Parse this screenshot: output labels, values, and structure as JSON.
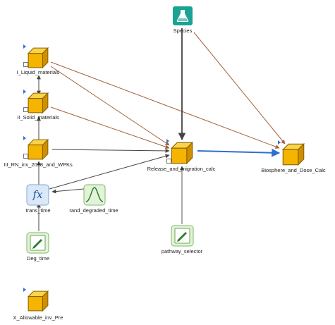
{
  "colors": {
    "container": "#f5b400",
    "species_icon": "#1aa394",
    "function_bg": "#dbe8f8",
    "distribution_bg": "#e3f3da",
    "arrow_brown": "#a3623b",
    "arrow_dark": "#444444",
    "arrow_blue": "#2f6fd0"
  },
  "nodes": {
    "species": {
      "label": "Species",
      "icon": "flask-icon"
    },
    "liquid": {
      "label": "I_Liquid_materials",
      "icon": "container-cube-icon"
    },
    "solid": {
      "label": "II_Solid_materials",
      "icon": "container-cube-icon"
    },
    "rn_inv": {
      "label": "III_RN_inv_2018_and_WPKs",
      "icon": "container-cube-icon"
    },
    "release": {
      "label": "Release_and_migration_calc",
      "icon": "container-cube-icon"
    },
    "biosphere": {
      "label": "Biosphere_and_Dose_Calc",
      "icon": "container-cube-icon"
    },
    "trans_time": {
      "label": "trans_time",
      "icon": "function-fx-icon",
      "glyph": "fx"
    },
    "rand_degraded_time": {
      "label": "rand_degraded_time",
      "icon": "distribution-bell-icon"
    },
    "deg_time": {
      "label": "Deg_time",
      "icon": "selector-pencil-icon"
    },
    "pathway_selector": {
      "label": "pathway_selector",
      "icon": "selector-pencil-icon"
    },
    "allowable": {
      "label": "X_Allowable_inv_Pre",
      "icon": "container-cube-icon"
    }
  }
}
